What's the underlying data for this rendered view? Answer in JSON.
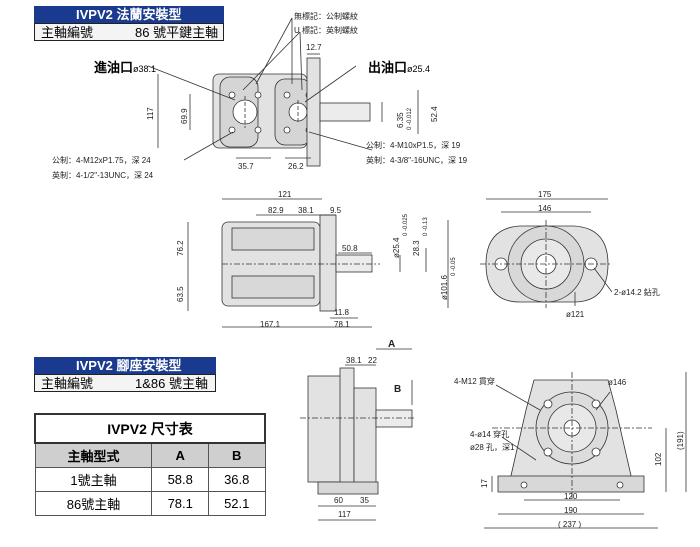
{
  "flange": {
    "header": "IVPV2 法蘭安裝型",
    "shaft_label": "主軸編號",
    "shaft_value": "86 號平鍵主軸",
    "legend_none": "無標記：公制螺紋",
    "legend_u": "U 標記：英制螺紋",
    "inlet_label": "進油口",
    "inlet_size": "ø38.1",
    "outlet_label": "出油口",
    "outlet_size": "ø25.4",
    "metric_note_left": "公制：4-M12xP1.75，深 24",
    "imperial_note_left": "英制：4-1/2\"-13UNC，深 24",
    "metric_note_right": "公制：4-M10xP1.5，深 19",
    "imperial_note_right": "英制：4-3/8\"-16UNC，深 19",
    "dims": {
      "d12_7": "12.7",
      "d117": "117",
      "d69_9": "69.9",
      "d35_7": "35.7",
      "d26_2": "26.2",
      "d6_35": "6.35",
      "d6_35_tol": "0 -0.012",
      "d52_4": "52.4"
    }
  },
  "side": {
    "d121": "121",
    "d82_9": "82.9",
    "d38_1": "38.1",
    "d9_5": "9.5",
    "d25_4": "ø25.4",
    "d25_4_tol": "0 -0.025",
    "d28_3": "28.3",
    "d28_3_tol": "0 -0.13",
    "d76_2": "76.2",
    "d50_8": "50.8",
    "d63_5": "63.5",
    "d101_6": "ø101.6",
    "d101_6_tol": "0 -0.05",
    "d11_8": "11.8",
    "d167_1": "167.1",
    "d78_1": "78.1",
    "d175": "175",
    "d146": "146",
    "holes": "2-ø14.2 鉆孔",
    "d121_circ": "ø121"
  },
  "foot": {
    "header": "IVPV2 腳座安裝型",
    "shaft_label": "主軸編號",
    "shaft_value": "1&86 號主軸",
    "dA": "A",
    "dB": "B",
    "d38_1": "38.1",
    "d22": "22",
    "d60": "60",
    "d35": "35",
    "d117": "117",
    "m12": "4-M12 貫穿",
    "d146": "ø146",
    "d14": "4-ø14 穿孔",
    "d28": "ø28 孔，深1",
    "d17": "17",
    "d102": "102",
    "d191": "(191)",
    "d120": "120",
    "d190": "190",
    "d237": "( 237 )"
  },
  "table": {
    "title": "IVPV2 尺寸表",
    "headers": [
      "主軸型式",
      "A",
      "B"
    ],
    "rows": [
      [
        "1號主軸",
        "58.8",
        "36.8"
      ],
      [
        "86號主軸",
        "78.1",
        "52.1"
      ]
    ]
  }
}
